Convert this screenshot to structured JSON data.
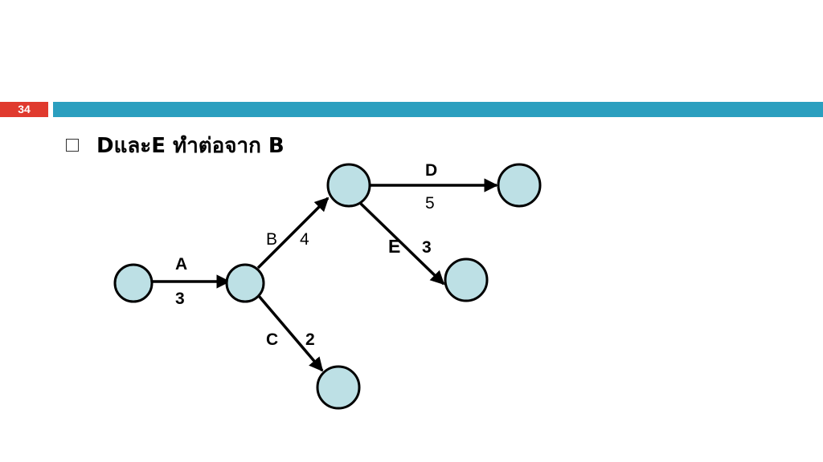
{
  "slide": {
    "number": "34"
  },
  "bullet": {
    "text": "DและE ทำต่อจาก B"
  },
  "diagram": {
    "edges": {
      "A": {
        "name": "A",
        "duration": "3"
      },
      "B": {
        "name": "B",
        "duration": "4"
      },
      "C": {
        "name": "C",
        "duration": "2"
      },
      "D": {
        "name": "D",
        "duration": "5"
      },
      "E": {
        "name": "E",
        "duration": "3"
      }
    }
  },
  "colors": {
    "slide_number_bg": "#e03a2e",
    "header_bar": "#2b9fbf",
    "node_fill": "#bde0e5"
  }
}
